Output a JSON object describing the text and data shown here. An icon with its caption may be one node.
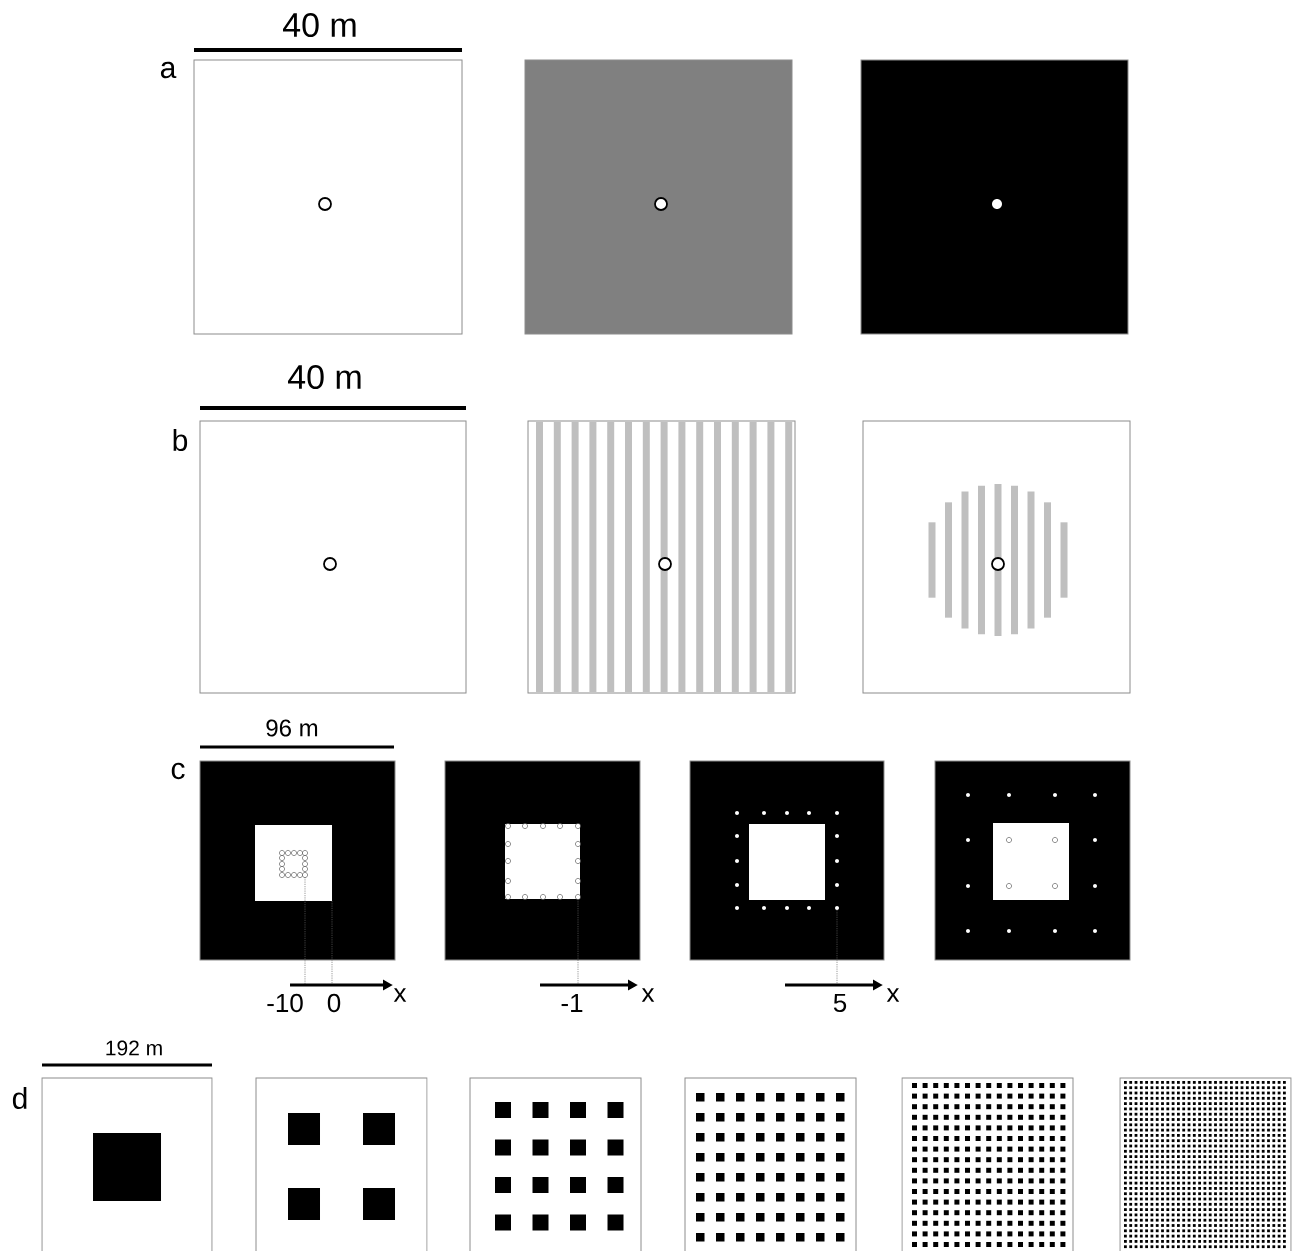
{
  "diagram": {
    "labels": [
      "40 m",
      "a",
      "40 m",
      "b",
      "96 m",
      "c",
      "-10",
      "0",
      "x",
      "-1",
      "x",
      "5",
      "x",
      "192 m",
      "d"
    ]
  }
}
